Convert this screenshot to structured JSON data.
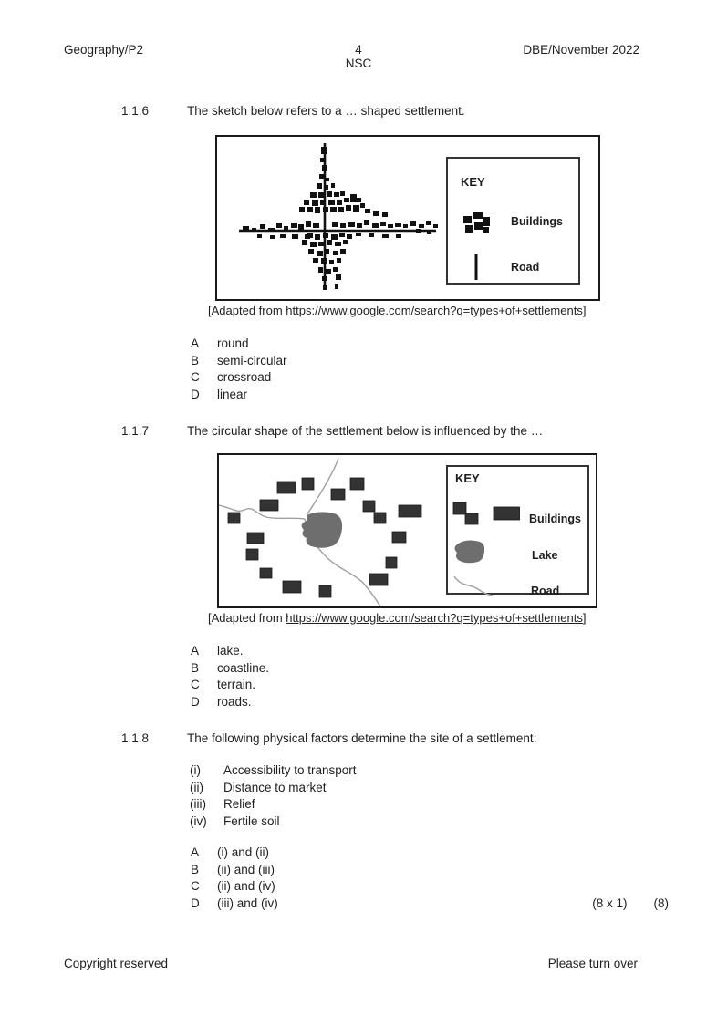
{
  "header": {
    "doc_code": "Geography/P2",
    "page_number": "4",
    "exam_code": "NSC",
    "exam_session": "DBE/November 2022"
  },
  "q116": {
    "number": "1.1.6",
    "text": "The sketch below refers to a … shaped settlement.",
    "figure": {
      "key_title": "KEY",
      "legend": [
        {
          "label": "Buildings"
        },
        {
          "label": "Road"
        }
      ],
      "caption_prefix": "[Adapted from ",
      "caption_link": "https://www.google.com/search?q=types+of+settlements",
      "caption_suffix": "]"
    },
    "options": [
      {
        "letter": "A",
        "text": "round"
      },
      {
        "letter": "B",
        "text": "semi-circular"
      },
      {
        "letter": "C",
        "text": "crossroad"
      },
      {
        "letter": "D",
        "text": "linear"
      }
    ]
  },
  "q117": {
    "number": "1.1.7",
    "text": "The circular shape of the settlement below is influenced by the …",
    "figure": {
      "key_title": "KEY",
      "legend": [
        {
          "label": "Buildings"
        },
        {
          "label": "Lake"
        },
        {
          "label": "Road"
        }
      ],
      "caption_prefix": "[Adapted from ",
      "caption_link": "https://www.google.com/search?q=types+of+settlements",
      "caption_suffix": "]"
    },
    "options": [
      {
        "letter": "A",
        "text": "lake."
      },
      {
        "letter": "B",
        "text": "coastline."
      },
      {
        "letter": "C",
        "text": "terrain."
      },
      {
        "letter": "D",
        "text": "roads."
      }
    ]
  },
  "q118": {
    "number": "1.1.8",
    "text": "The following physical factors determine the site of a settlement:",
    "statements": [
      {
        "numeral": "(i)",
        "text": "Accessibility to transport"
      },
      {
        "numeral": "(ii)",
        "text": "Distance to market"
      },
      {
        "numeral": "(iii)",
        "text": "Relief"
      },
      {
        "numeral": "(iv)",
        "text": "Fertile soil"
      }
    ],
    "options": [
      {
        "letter": "A",
        "text": "(i) and (ii)"
      },
      {
        "letter": "B",
        "text": "(ii) and (iii)"
      },
      {
        "letter": "C",
        "text": "(ii) and (iv)"
      },
      {
        "letter": "D",
        "text": "(iii) and (iv)"
      }
    ],
    "mark_allocation": "(8 x 1)",
    "question_total": "(8)"
  },
  "footer": {
    "left": "Copyright reserved",
    "right": "Please turn over"
  },
  "colors": {
    "text": "#1f1f1f",
    "figure_border": "#1a1a1a",
    "building_black": "#111111",
    "building_grey": "#333333",
    "lake_grey": "#6e6e6e",
    "road_grey": "#a0a0a0"
  }
}
